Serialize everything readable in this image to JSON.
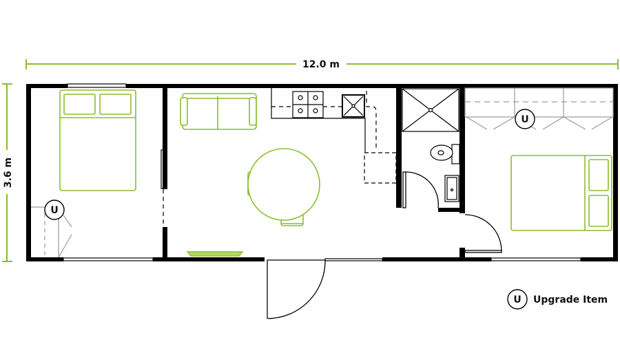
{
  "dimensions": {
    "width_label": "12.0 m",
    "height_label": "3.6 m"
  },
  "markers": {
    "upgrade_symbol": "U"
  },
  "legend": {
    "symbol": "U",
    "label": "Upgrade Item"
  },
  "colors": {
    "accent_green": "#8bbd2f",
    "wall": "#000000",
    "fixture_grey": "#9a9a9a"
  }
}
